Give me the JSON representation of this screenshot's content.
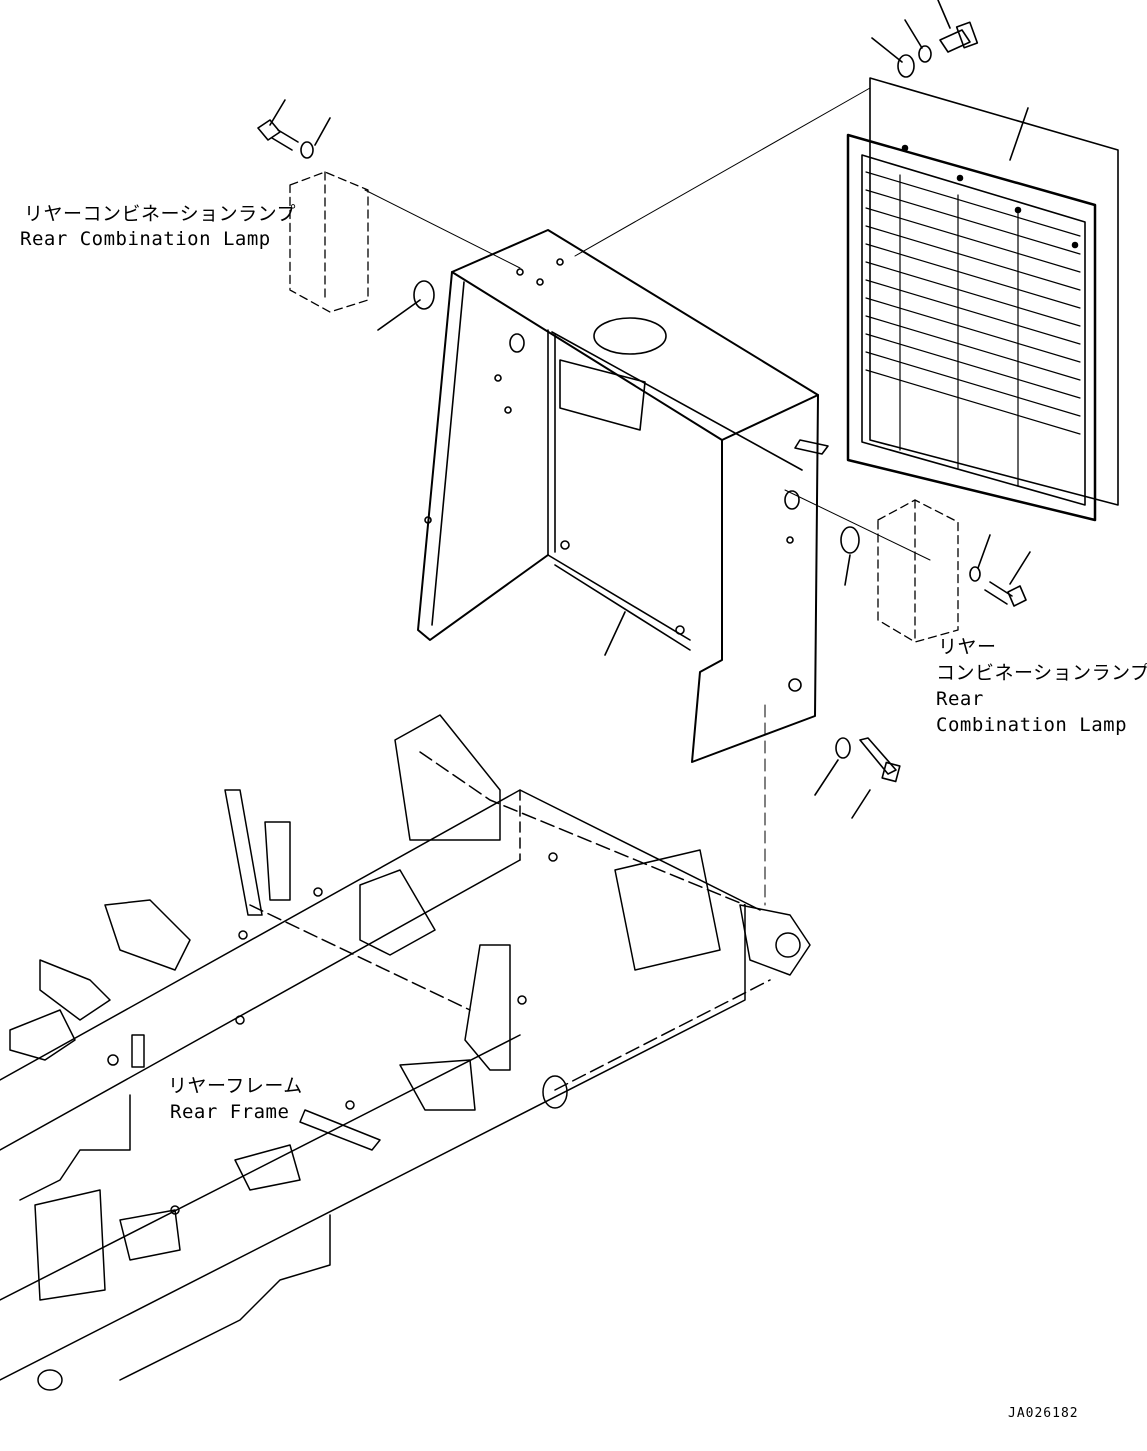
{
  "labels": {
    "lamp_left": {
      "jp": "リヤーコンビネーションランプ",
      "en": "Rear Combination Lamp"
    },
    "lamp_right": {
      "jp1": "リヤー",
      "jp2": "コンビネーションランプ",
      "en1": "Rear",
      "en2": "Combination Lamp"
    },
    "rear_frame": {
      "jp": "リヤーフレーム",
      "en": "Rear Frame"
    }
  },
  "drawing_code": "JA026182",
  "colors": {
    "ink": "#000000",
    "paper": "#ffffff"
  }
}
